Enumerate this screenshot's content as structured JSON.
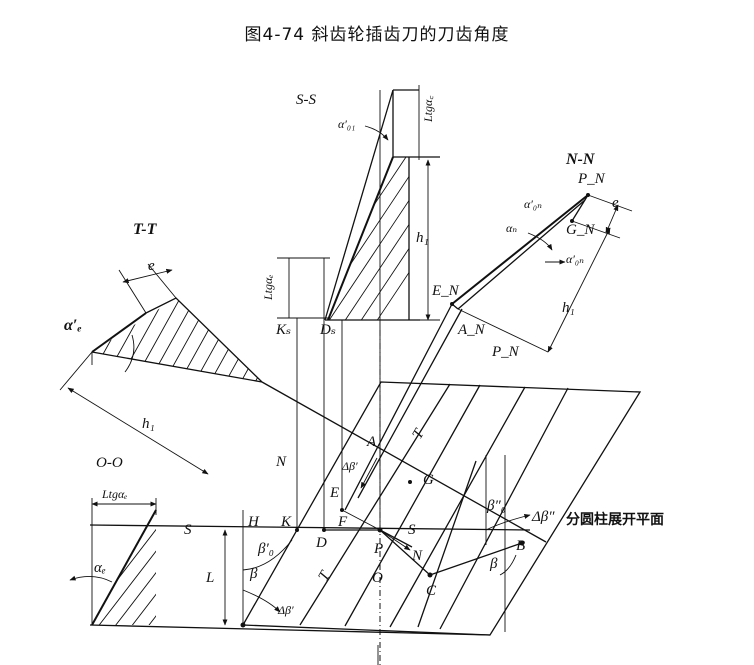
{
  "caption": "图4-74   斜齿轮插齿刀的刀齿角度",
  "labels": {
    "ss": "S-S",
    "tt": "T-T",
    "nn": "N-N",
    "oo": "O-O",
    "alpha_01": "α′₀₁",
    "ltg_alpha_c_top": "Ltgα꜀",
    "h1_ss": "h₁",
    "ltg_alpha_e_mid": "Ltgαₑ",
    "ks": "Kₛ",
    "ds": "Dₛ",
    "e_tt": "e",
    "alpha_e_prime": "α′ₑ",
    "h1_tt": "h₁",
    "pn_top": "P_N",
    "alpha_0n": "α′₀ₙ",
    "e_nn": "e",
    "gn": "G_N",
    "alpha_n": "αₙ",
    "alpha_0n2": "α′₀ₙ",
    "en": "E_N",
    "h1_nn": "h₁",
    "an": "A_N",
    "pn_bot": "P_N",
    "pt_a": "A",
    "t_upper": "T",
    "delta_beta": "Δβ′",
    "pt_g": "G",
    "n_mid": "N",
    "pt_e": "E",
    "beta0_2": "β″₀",
    "delta_beta2": "Δβ″",
    "plane_label": "分圆柱展开平面",
    "ltg_alpha_e_left": "Ltgαₑ",
    "s_left": "S",
    "pt_h": "H",
    "pt_k": "K",
    "pt_f": "F",
    "s_right": "S",
    "pt_d": "D",
    "beta0_1": "β′₀",
    "pt_p": "P",
    "n_low": "N",
    "pt_b": "B",
    "alpha_e": "αₑ",
    "dim_l": "L",
    "beta_left": "β",
    "t_lower": "T",
    "pt_o": "O",
    "beta_right": "β",
    "pt_c": "C",
    "delta_beta_low": "Δβ′"
  }
}
